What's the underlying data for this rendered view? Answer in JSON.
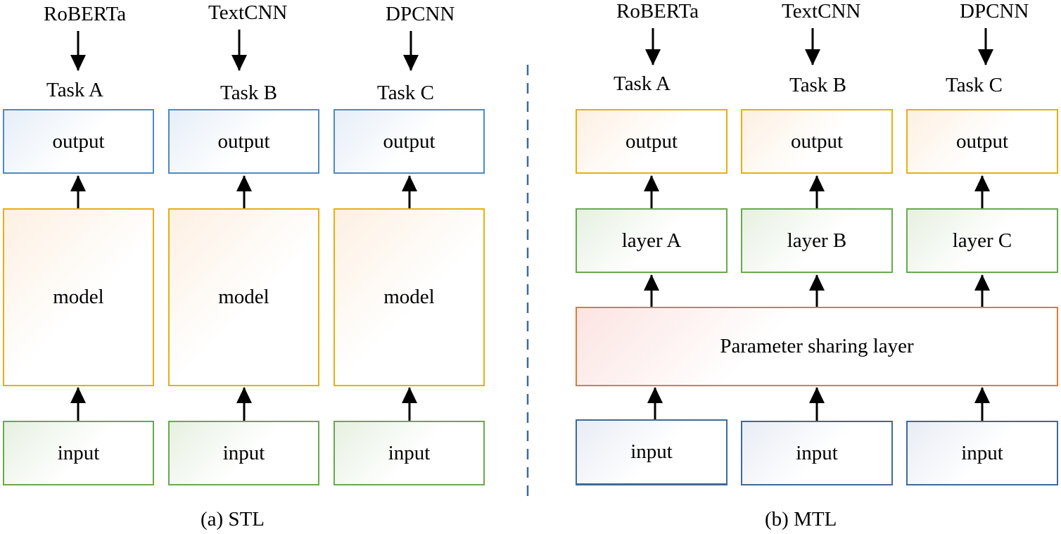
{
  "stl": {
    "columns": [
      {
        "model_name": "RoBERTa",
        "task": "Task A",
        "output": "output",
        "model": "model",
        "input": "input"
      },
      {
        "model_name": "TextCNN",
        "task": "Task B",
        "output": "output",
        "model": "model",
        "input": "input"
      },
      {
        "model_name": "DPCNN",
        "task": "Task C",
        "output": "output",
        "model": "model",
        "input": "input"
      }
    ],
    "caption": "(a) STL"
  },
  "mtl": {
    "columns": [
      {
        "model_name": "RoBERTa",
        "task": "Task A",
        "output": "output",
        "layer": "layer A",
        "input": "input"
      },
      {
        "model_name": "TextCNN",
        "task": "Task B",
        "output": "output",
        "layer": "layer B",
        "input": "input"
      },
      {
        "model_name": "DPCNN",
        "task": "Task C",
        "output": "output",
        "layer": "layer C",
        "input": "input"
      }
    ],
    "shared_layer": "Parameter sharing layer",
    "caption": "(b) MTL"
  },
  "colors": {
    "stl_output_border": "#4d8bc4",
    "stl_model_border": "#e6b012",
    "stl_input_border": "#6aa84f",
    "mtl_output_border": "#e6b012",
    "mtl_layer_border": "#6aa84f",
    "mtl_shared_border": "#e07b3a",
    "mtl_input_border": "#3f6a94",
    "divider": "#3f6a94",
    "arrow": "#000000"
  }
}
